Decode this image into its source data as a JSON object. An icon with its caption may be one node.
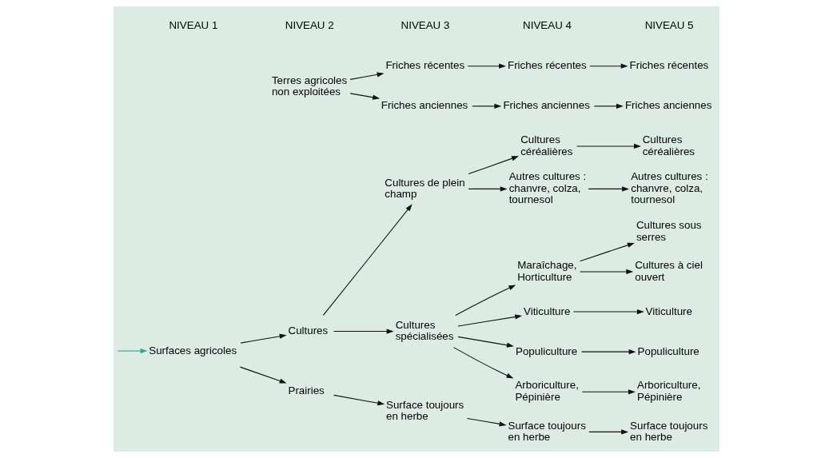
{
  "diagram": {
    "nodes": [
      {
        "text": [
          "Surfaces agricoles"
        ]
      },
      {
        "text": [
          "Cultures"
        ]
      },
      {
        "text": [
          "Prairies"
        ]
      },
      {
        "text": [
          "Terres agricoles non exploitées"
        ]
      },
      {
        "text": [
          "Cultures de plein champ"
        ]
      },
      {
        "text": [
          "Cultures spécialisées"
        ]
      },
      {
        "text": [
          "Surface toujours en herbe"
        ]
      },
      {
        "text": [
          "Friches récentes"
        ]
      },
      {
        "text": [
          "Friches anciennes"
        ]
      },
      {
        "text": [
          "Cultures céréalières"
        ]
      },
      {
        "text": [
          "Autres cultures : chanvre, colza, tournesol"
        ]
      },
      {
        "text": [
          "Maraîchage, Horticulture"
        ]
      },
      {
        "text": [
          "Viticulture"
        ]
      },
      {
        "text": [
          "Populiculture"
        ]
      },
      {
        "text": [
          "Arboriculture, Pépinière"
        ]
      },
      {
        "text": [
          "Surface toujours en herbe"
        ]
      },
      {
        "text": [
          "Friches récentes"
        ]
      },
      {
        "text": [
          "Friches anciennes"
        ]
      },
      {
        "text": [
          "Cultures céréalières"
        ]
      },
      {
        "text": [
          "Autres cultures : chanvre, colza, tournesol"
        ]
      },
      {
        "text": [
          "Cultures sous serres"
        ]
      },
      {
        "text": [
          "Cultures à ciel ouvert"
        ]
      },
      {
        "text": [
          "Viticulture"
        ]
      },
      {
        "text": [
          "Populiculture"
        ]
      },
      {
        "text": [
          "Arboriculture, Pépinière"
        ]
      },
      {
        "text": [
          "Surface toujours en herbe"
        ]
      },
      {
        "text": [
          "Friches récentes"
        ]
      },
      {
        "text": [
          "Friches anciennes"
        ]
      }
    ],
    "edges": [
      {
        "from": null,
        "to": 0,
        "arrow": "to",
        "color": "#2fa58f"
      },
      {
        "from": 0,
        "to": 1,
        "arrow": "to"
      },
      {
        "from": 0,
        "to": 2,
        "arrow": "to"
      },
      {
        "from": 1,
        "to": 4,
        "arrow": "to"
      },
      {
        "from": 1,
        "to": 5,
        "arrow": "to"
      },
      {
        "from": 2,
        "to": 6,
        "arrow": "to"
      },
      {
        "from": 3,
        "to": 7,
        "arrow": "to"
      },
      {
        "from": 3,
        "to": 8,
        "arrow": "to"
      },
      {
        "from": 4,
        "to": 9,
        "arrow": "to"
      },
      {
        "from": 4,
        "to": 10,
        "arrow": "to"
      },
      {
        "from": 5,
        "to": 11,
        "arrow": "to"
      },
      {
        "from": 5,
        "to": 12,
        "arrow": "to"
      },
      {
        "from": 5,
        "to": 13,
        "arrow": "to"
      },
      {
        "from": 5,
        "to": 14,
        "arrow": "to"
      },
      {
        "from": 6,
        "to": 15,
        "arrow": "to"
      },
      {
        "from": 7,
        "to": 16,
        "arrow": "to"
      },
      {
        "from": 8,
        "to": 17,
        "arrow": "to"
      },
      {
        "from": 9,
        "to": 18,
        "arrow": "to"
      },
      {
        "from": 10,
        "to": 19,
        "arrow": "to"
      },
      {
        "from": 11,
        "to": 20,
        "arrow": "to"
      },
      {
        "from": 11,
        "to": 21,
        "arrow": "to"
      },
      {
        "from": 12,
        "to": 22,
        "arrow": "to"
      },
      {
        "from": 13,
        "to": 23,
        "arrow": "to"
      },
      {
        "from": 14,
        "to": 24,
        "arrow": "to"
      },
      {
        "from": 15,
        "to": 25,
        "arrow": "to"
      },
      {
        "from": 16,
        "to": 26,
        "arrow": "to"
      },
      {
        "from": 17,
        "to": 27,
        "arrow": "to"
      }
    ],
    "labels": [
      "NIVEAU 1",
      "NIVEAU 2",
      "NIVEAU 3",
      "NIVEAU 4",
      "NIVEAU 5"
    ]
  }
}
